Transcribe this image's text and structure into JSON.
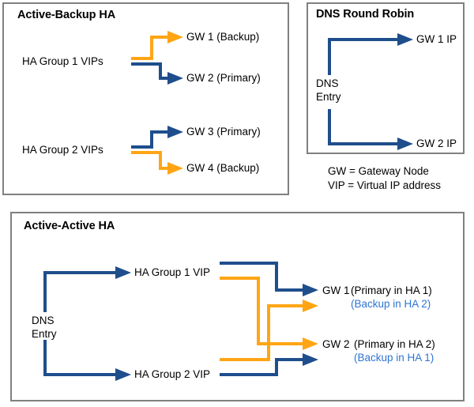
{
  "diagram": {
    "title_hidden": "Gateway HA topology diagram",
    "colors": {
      "blue": "#1F4E8C",
      "orange": "#FFA515",
      "blue_text": "#2E75D4",
      "panel_border": "#808080",
      "background": "#FFFFFF"
    }
  },
  "panels": {
    "active_backup": {
      "title": "Active-Backup HA",
      "groups": [
        {
          "source_label": "HA Group 1 VIPs",
          "targets": [
            {
              "label": "GW 1 (Backup)",
              "role": "Backup",
              "color": "#FFA515",
              "direction": "up"
            },
            {
              "label": "GW 2 (Primary)",
              "role": "Primary",
              "color": "#1F4E8C",
              "direction": "down"
            }
          ]
        },
        {
          "source_label": "HA Group 2 VIPs",
          "targets": [
            {
              "label": "GW 3 (Primary)",
              "role": "Primary",
              "color": "#1F4E8C",
              "direction": "up"
            },
            {
              "label": "GW 4 (Backup)",
              "role": "Backup",
              "color": "#FFA515",
              "direction": "down"
            }
          ]
        }
      ]
    },
    "dns_round_robin": {
      "title": "DNS Round Robin",
      "source_label_line1": "DNS",
      "source_label_line2": "Entry",
      "targets": [
        {
          "label": "GW 1 IP",
          "color": "#1F4E8C"
        },
        {
          "label": "GW 2 IP",
          "color": "#1F4E8C"
        }
      ]
    },
    "active_active": {
      "title": "Active-Active HA",
      "source_label_line1": "DNS",
      "source_label_line2": "Entry",
      "vips": [
        {
          "label": "HA Group 1 VIP"
        },
        {
          "label": "HA Group 2 VIP"
        }
      ],
      "gateways": [
        {
          "name": "GW 1",
          "primary_text": "(Primary in HA 1)",
          "backup_text": "(Backup in HA 2)",
          "primary_color": "#1F4E8C",
          "backup_color": "#FFA515"
        },
        {
          "name": "GW 2",
          "primary_text": "(Primary in HA 2)",
          "backup_text": "(Backup in HA 1)",
          "primary_color": "#FFA515",
          "backup_color": "#1F4E8C"
        }
      ]
    }
  },
  "legend": {
    "line1": "GW = Gateway Node",
    "line2": "VIP = Virtual IP address"
  }
}
